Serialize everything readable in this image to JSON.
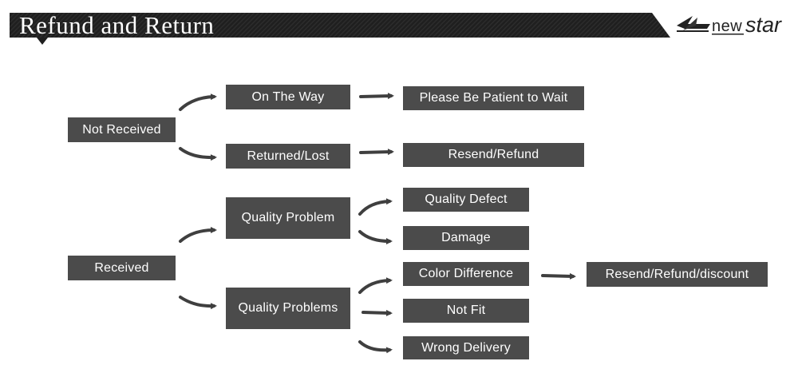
{
  "header": {
    "title": "Refund and Return"
  },
  "logo": {
    "part1": "new",
    "part2": "star"
  },
  "flow": {
    "not_received": "Not Received",
    "on_the_way": "On The Way",
    "please_wait": "Please Be Patient to Wait",
    "returned_lost": "Returned/Lost",
    "resend_refund": "Resend/Refund",
    "received": "Received",
    "quality_problem": "Quality Problem",
    "quality_defect": "Quality Defect",
    "damage": "Damage",
    "quality_problems": "Quality Problems",
    "color_difference": "Color Difference",
    "not_fit": "Not Fit",
    "wrong_delivery": "Wrong Delivery",
    "resend_refund_discount": "Resend/Refund/discount"
  },
  "colors": {
    "box": "#4b4b4b",
    "arrow": "#3f3f3f",
    "banner": "#1c1c1c"
  }
}
